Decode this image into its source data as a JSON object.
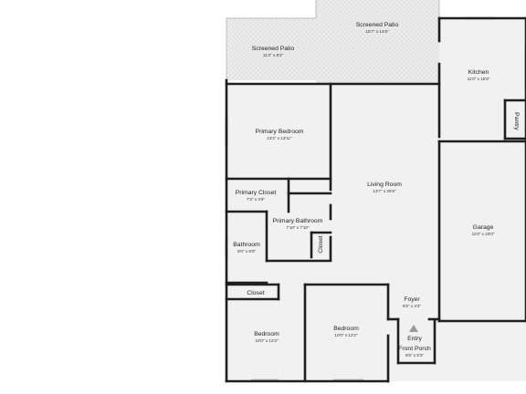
{
  "colors": {
    "wall": "#1f1f1f",
    "floor": "#f1f1f1",
    "patio": "#e9e9e9",
    "window": "#bfbfbf",
    "accent": "#9a9a9a"
  },
  "rooms": {
    "screened_patio_left": {
      "name": "Screened Patio",
      "dims": "11'2\" x 8'2\""
    },
    "screened_patio_right": {
      "name": "Screened Patio",
      "dims": "15'7\" x 14'8\""
    },
    "kitchen": {
      "name": "Kitchen",
      "dims": "11'0\" x 15'6\""
    },
    "pantry": {
      "name": "Pantry"
    },
    "primary_bedroom": {
      "name": "Primary Bedroom",
      "dims": "13'2\" x 13'11\""
    },
    "living_room": {
      "name": "Living Room",
      "dims": "13'7\" x 25'8\""
    },
    "primary_closet": {
      "name": "Primary Closet",
      "dims": "7'3\" x 3'9\""
    },
    "primary_bathroom": {
      "name": "Primary Bathroom",
      "dims": "7'10\" x 7'10\""
    },
    "bath_closet": {
      "name": "Closet"
    },
    "bathroom": {
      "name": "Bathroom",
      "dims": "5'0\" x 9'0\""
    },
    "garage": {
      "name": "Garage",
      "dims": "11'0\" x 23'0\""
    },
    "hall_closet": {
      "name": "Closet"
    },
    "foyer": {
      "name": "Foyer",
      "dims": "6'5\" x 4'3\""
    },
    "entry": {
      "name": "Entry"
    },
    "front_porch": {
      "name": "Front Porch",
      "dims": "6'5\" x 5'3\""
    },
    "bedroom_left": {
      "name": "Bedroom",
      "dims": "10'0\" x 12'2\""
    },
    "bedroom_right": {
      "name": "Bedroom",
      "dims": "10'0\" x 12'2\""
    }
  }
}
